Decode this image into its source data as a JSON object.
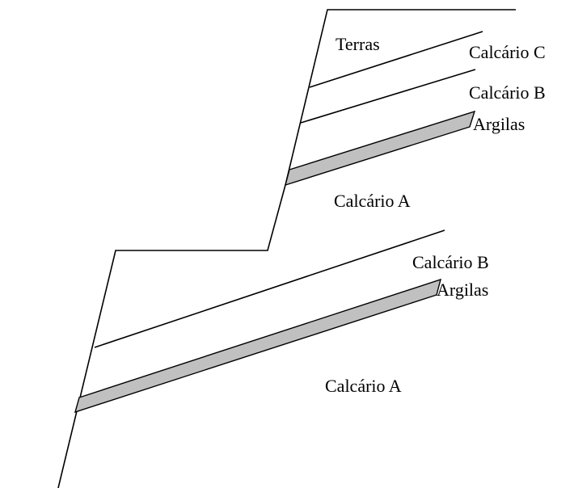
{
  "colors": {
    "line": "#000000",
    "clay_fill": "#c0c0c0",
    "background": "#ffffff"
  },
  "upper_block": {
    "soil": "Terras",
    "limestone_c": "Calcário C",
    "limestone_b": "Calcário B",
    "clays": "Argilas",
    "limestone_a": "Calcário A"
  },
  "lower_block": {
    "limestone_b": "Calcário B",
    "clays": "Argilas",
    "limestone_a": "Calcário A"
  }
}
